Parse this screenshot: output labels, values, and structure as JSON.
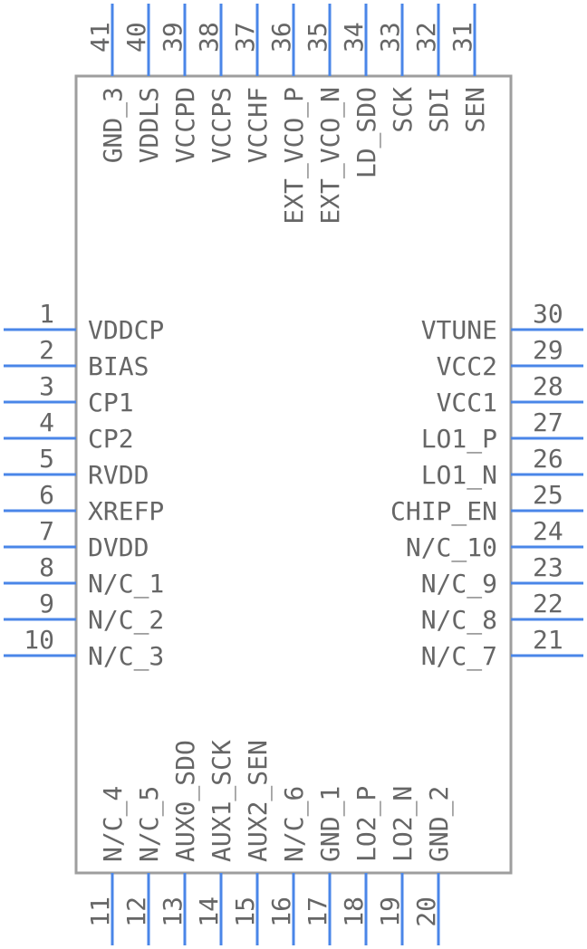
{
  "pins": [
    {
      "num": "1",
      "name": "VDDCP"
    },
    {
      "num": "2",
      "name": "BIAS"
    },
    {
      "num": "3",
      "name": "CP1"
    },
    {
      "num": "4",
      "name": "CP2"
    },
    {
      "num": "5",
      "name": "RVDD"
    },
    {
      "num": "6",
      "name": "XREFP"
    },
    {
      "num": "7",
      "name": "DVDD"
    },
    {
      "num": "8",
      "name": "N/C_1"
    },
    {
      "num": "9",
      "name": "N/C_2"
    },
    {
      "num": "10",
      "name": "N/C_3"
    },
    {
      "num": "11",
      "name": "N/C_4"
    },
    {
      "num": "12",
      "name": "N/C_5"
    },
    {
      "num": "13",
      "name": "AUX0_SDO"
    },
    {
      "num": "14",
      "name": "AUX1_SCK"
    },
    {
      "num": "15",
      "name": "AUX2_SEN"
    },
    {
      "num": "16",
      "name": "N/C_6"
    },
    {
      "num": "17",
      "name": "GND_1"
    },
    {
      "num": "18",
      "name": "LO2_P"
    },
    {
      "num": "19",
      "name": "LO2_N"
    },
    {
      "num": "20",
      "name": "GND_2"
    },
    {
      "num": "21",
      "name": "N/C_7"
    },
    {
      "num": "22",
      "name": "N/C_8"
    },
    {
      "num": "23",
      "name": "N/C_9"
    },
    {
      "num": "24",
      "name": "N/C_10"
    },
    {
      "num": "25",
      "name": "CHIP_EN"
    },
    {
      "num": "26",
      "name": "LO1_N"
    },
    {
      "num": "27",
      "name": "LO1_P"
    },
    {
      "num": "28",
      "name": "VCC1"
    },
    {
      "num": "29",
      "name": "VCC2"
    },
    {
      "num": "30",
      "name": "VTUNE"
    },
    {
      "num": "31",
      "name": "SEN"
    },
    {
      "num": "32",
      "name": "SDI"
    },
    {
      "num": "33",
      "name": "SCK"
    },
    {
      "num": "34",
      "name": "LD_SDO"
    },
    {
      "num": "35",
      "name": "EXT_VCO_N"
    },
    {
      "num": "36",
      "name": "EXT_VCO_P"
    },
    {
      "num": "37",
      "name": "VCCHF"
    },
    {
      "num": "38",
      "name": "VCCPS"
    },
    {
      "num": "39",
      "name": "VCCPD"
    },
    {
      "num": "40",
      "name": "VDDLS"
    },
    {
      "num": "41",
      "name": "GND_3"
    }
  ],
  "colors": {
    "pin": "#4a86e8",
    "outline": "#9e9e9e",
    "text": "#666666"
  }
}
